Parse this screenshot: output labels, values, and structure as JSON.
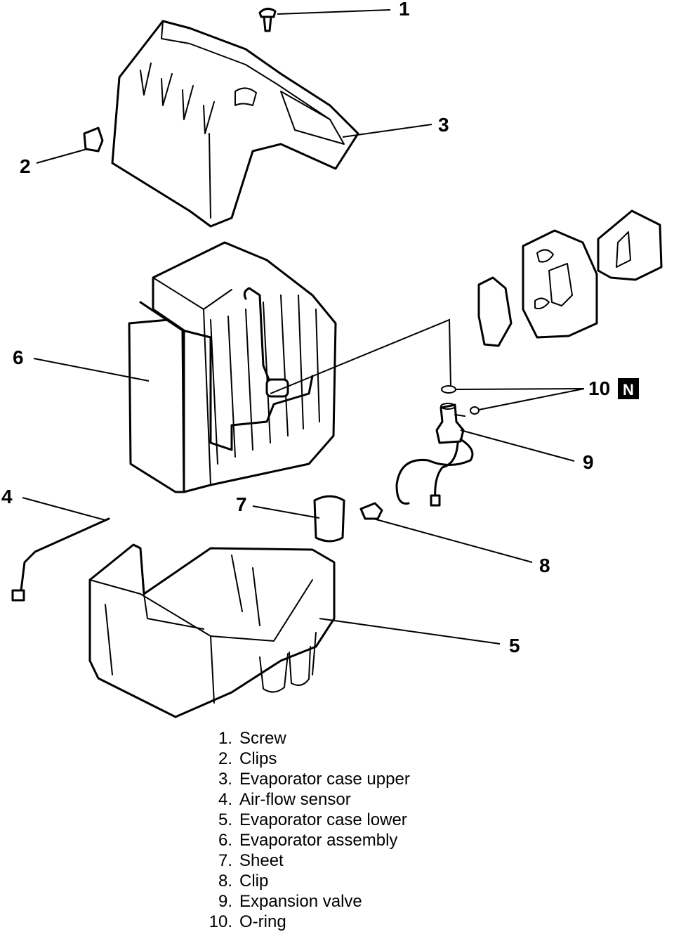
{
  "callouts": [
    {
      "id": "1",
      "label": "1"
    },
    {
      "id": "2",
      "label": "2"
    },
    {
      "id": "3",
      "label": "3"
    },
    {
      "id": "4",
      "label": "4"
    },
    {
      "id": "5",
      "label": "5"
    },
    {
      "id": "6",
      "label": "6"
    },
    {
      "id": "7",
      "label": "7"
    },
    {
      "id": "8",
      "label": "8"
    },
    {
      "id": "9",
      "label": "9"
    },
    {
      "id": "10",
      "label": "10",
      "badge": "N"
    }
  ],
  "legend": [
    {
      "num": "1.",
      "text": "Screw"
    },
    {
      "num": "2.",
      "text": "Clips"
    },
    {
      "num": "3.",
      "text": "Evaporator case upper"
    },
    {
      "num": "4.",
      "text": "Air-flow sensor"
    },
    {
      "num": "5.",
      "text": "Evaporator case lower"
    },
    {
      "num": "6.",
      "text": "Evaporator assembly"
    },
    {
      "num": "7.",
      "text": "Sheet"
    },
    {
      "num": "8.",
      "text": "Clip"
    },
    {
      "num": "9.",
      "text": "Expansion valve"
    },
    {
      "num": "10.",
      "text": "O-ring"
    }
  ]
}
